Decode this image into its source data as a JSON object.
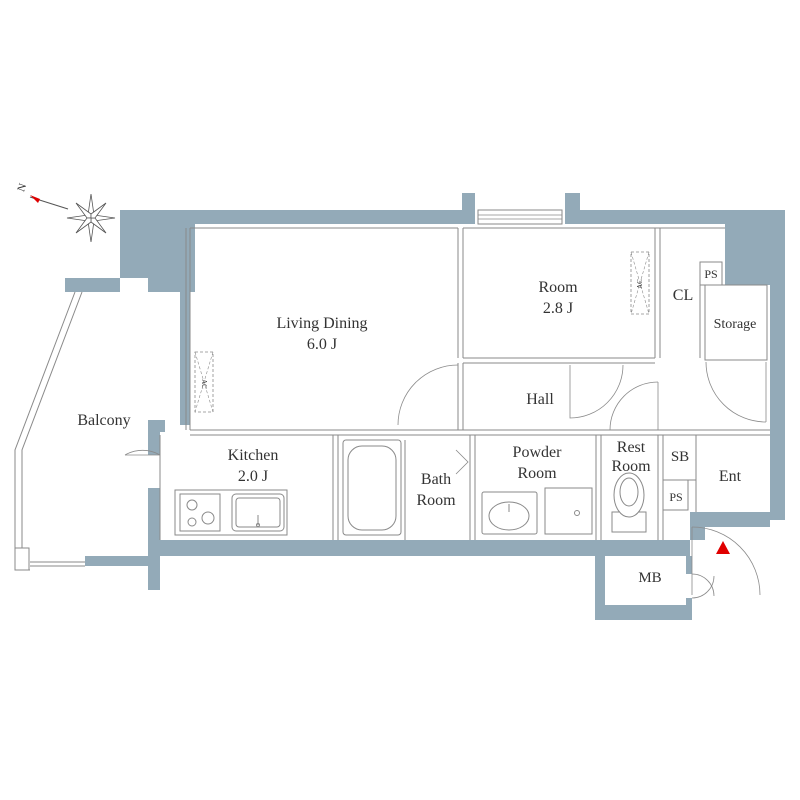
{
  "colors": {
    "wall": "#93aab8",
    "line": "#8a8a8a",
    "text": "#333333",
    "entrance_marker": "#e00000",
    "compass": "#555555"
  },
  "compass": {
    "north_label": "N"
  },
  "rooms": {
    "living_dining": {
      "name": "Living Dining",
      "size": "6.0 J"
    },
    "room": {
      "name": "Room",
      "size": "2.8 J"
    },
    "closet": {
      "name": "CL"
    },
    "storage": {
      "name": "Storage"
    },
    "hall": {
      "name": "Hall"
    },
    "balcony": {
      "name": "Balcony"
    },
    "kitchen": {
      "name": "Kitchen",
      "size": "2.0 J"
    },
    "bath": {
      "line1": "Bath",
      "line2": "Room"
    },
    "powder": {
      "line1": "Powder",
      "line2": "Room"
    },
    "rest": {
      "line1": "Rest",
      "line2": "Room"
    },
    "shoe_box": {
      "name": "SB"
    },
    "entrance": {
      "name": "Ent"
    },
    "pipe_space_top": {
      "name": "PS"
    },
    "pipe_space_bottom": {
      "name": "PS"
    },
    "meter_box": {
      "name": "MB"
    }
  },
  "ac_units": [
    "AC",
    "AC"
  ]
}
